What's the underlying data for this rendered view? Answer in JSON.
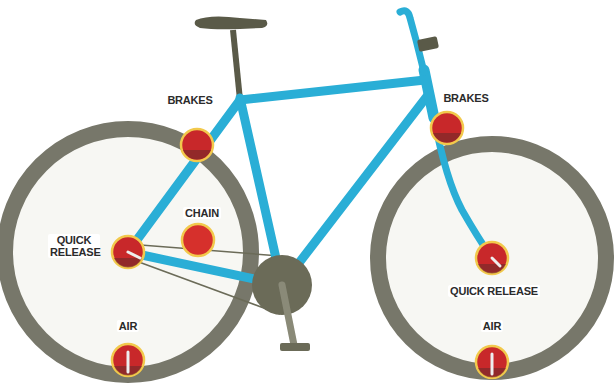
{
  "diagram": {
    "labels": [
      "BRAKES",
      "BRAKES",
      "CHAIN",
      "QUICK RELEASE",
      "QUICK RELEASE",
      "AIR",
      "AIR"
    ]
  }
}
